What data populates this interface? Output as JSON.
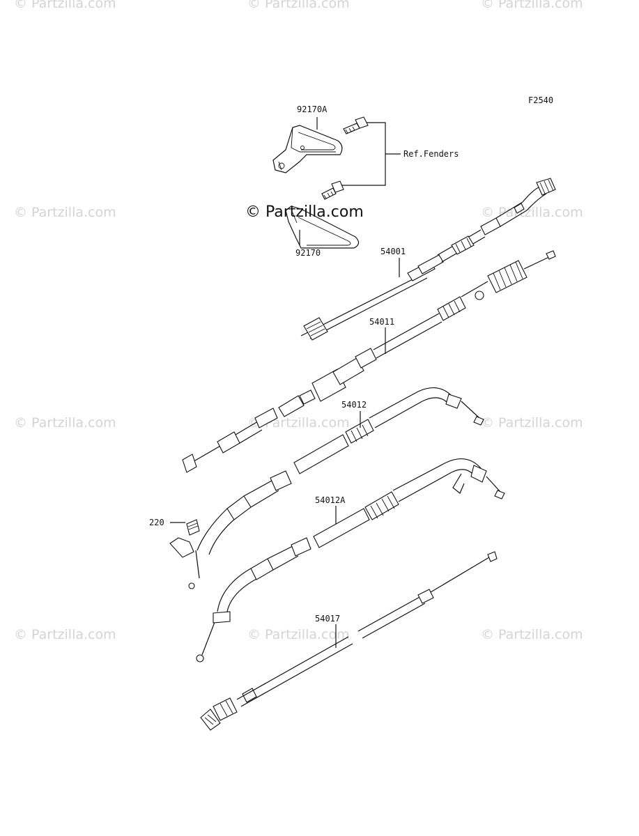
{
  "watermark": {
    "text": "© Partzilla.com",
    "main_text": "© Partzilla.com"
  },
  "figure_code": "F2540",
  "ref_label": "Ref.Fenders",
  "parts": {
    "p92170A": "92170A",
    "p92170": "92170",
    "p54001": "54001",
    "p54011": "54011",
    "p54012": "54012",
    "p54012A": "54012A",
    "p220": "220",
    "p54017": "54017"
  }
}
